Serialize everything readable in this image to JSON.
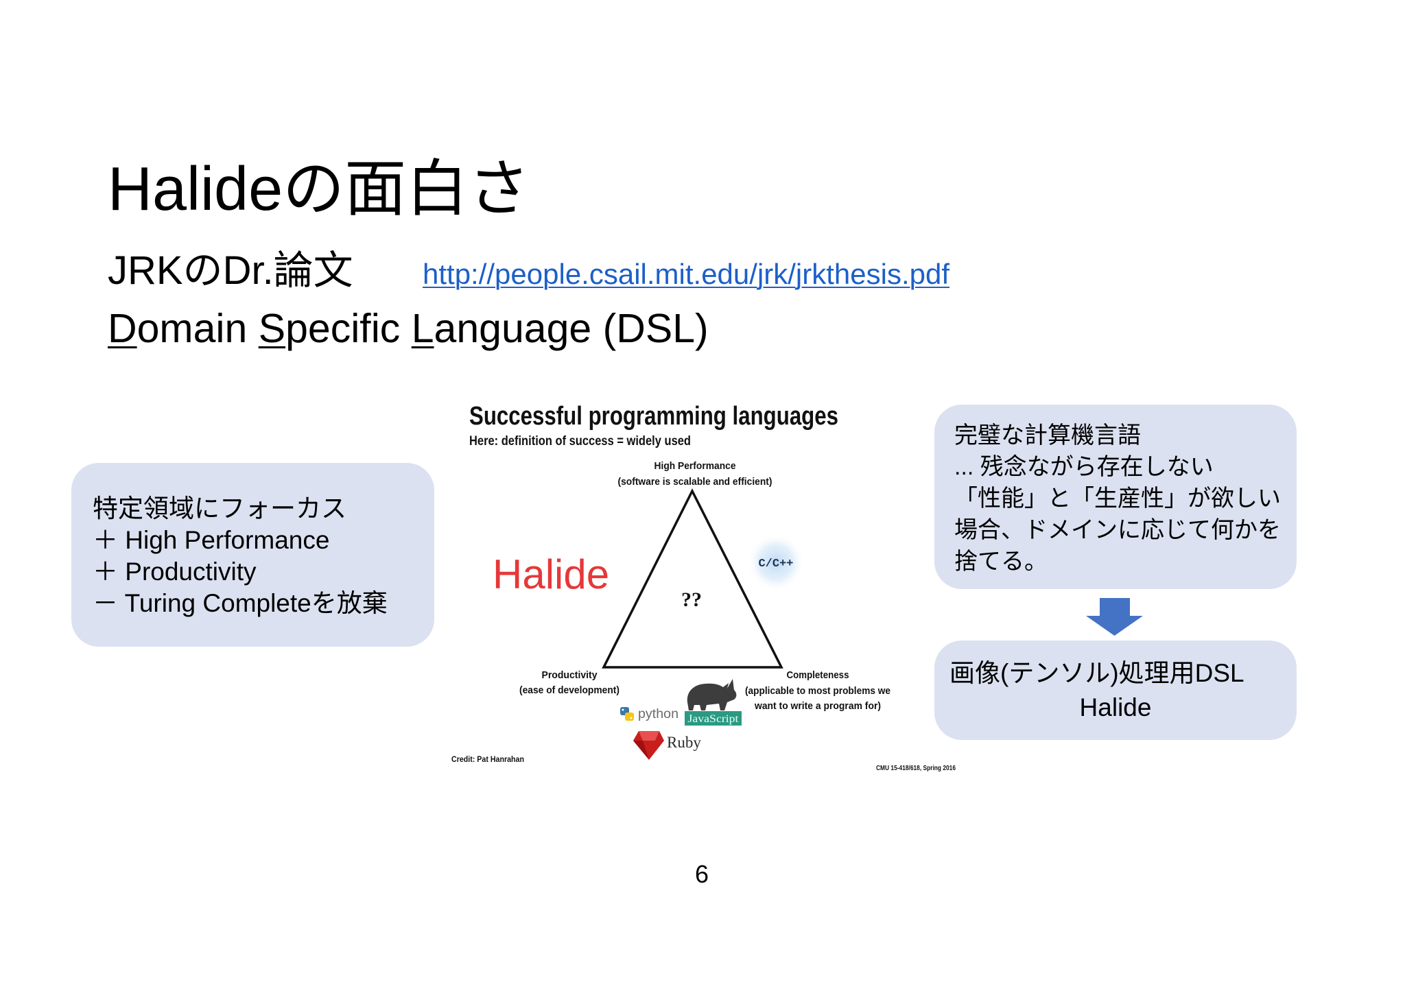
{
  "slide": {
    "title": "Halideの面白さ",
    "thesis": {
      "label": "JRKのDr.論文",
      "link": "http://people.csail.mit.edu/jrk/jrkthesis.pdf"
    },
    "dsl_line": [
      "D",
      "omain ",
      "S",
      "pecific ",
      "L",
      "anguage (DSL)"
    ],
    "page_number": "6"
  },
  "left_box": {
    "lines": [
      "特定領域にフォーカス",
      "＋ High Performance",
      "＋ Productivity",
      "－ Turing Completeを放棄"
    ]
  },
  "figure": {
    "title": "Successful programming languages",
    "subtitle": "Here: definition of success = widely used",
    "top_vertex": {
      "label": "High Performance",
      "sublabel": "(software is scalable and efficient)"
    },
    "center_label": "??",
    "left_vertex": {
      "label": "Productivity",
      "sublabel": "(ease of development)"
    },
    "right_vertex": {
      "label": "Completeness",
      "sublabel_lines": [
        "(applicable to most problems we",
        "want to write a program for)"
      ]
    },
    "languages": {
      "cpp": "C/C++",
      "python": "python",
      "javascript": "JavaScript",
      "ruby": "Ruby"
    },
    "halide_label": "Halide",
    "credit": "Credit: Pat Hanrahan",
    "course": "CMU 15-418/618, Spring 2016"
  },
  "right_top_box": {
    "lines": [
      "完璧な計算機言語",
      "... 残念ながら存在しない",
      "「性能」と「生産性」が欲しい",
      "場合、ドメインに応じて何かを",
      "捨てる。"
    ]
  },
  "right_bottom_box": {
    "lines": [
      "画像(テンソル)処理用DSL",
      "Halide"
    ]
  },
  "icons": [
    "python-logo-icon",
    "rhino-icon",
    "ruby-gem-icon",
    "down-arrow-icon",
    "cpp-glow-icon"
  ],
  "colors": {
    "box_fill": "#dbe1f0",
    "link": "#1c5fc9",
    "halide_red": "#e5383a",
    "arrow": "#4472c4",
    "javascript_badge": "#2a9a82"
  }
}
